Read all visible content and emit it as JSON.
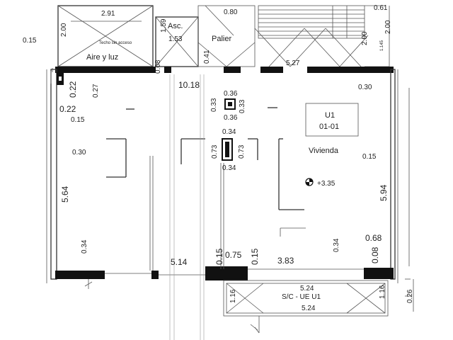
{
  "rooms": {
    "aire_luz": "Aire y luz",
    "techo_note": "Techo sin acceso",
    "asc": "Asc.",
    "palier": "Palier",
    "unit_id": "U1",
    "unit_code": "01-01",
    "vivienda": "Vivienda",
    "level": "+3.35",
    "balcony": "S/C - UE U1"
  },
  "dims": {
    "w_291": "2.91",
    "h_200_left": "2.00",
    "h_159": "1.59",
    "w_153": "1.53",
    "w_080": "0.80",
    "w_061": "0.61",
    "h_200_stair": "2.00",
    "h_200_right": "2.00",
    "v_1145": "1.145",
    "m_015_left": "0.15",
    "v_041": "0.41",
    "v_008": "0.08",
    "w_527": "5.27",
    "w_1018": "10.18",
    "v_022_a": "0.22",
    "v_022_b": "0.22",
    "v_027": "0.27",
    "w_015_a": "0.15",
    "w_030_l": "0.30",
    "w_030_r": "0.30",
    "col_036_t": "0.36",
    "col_033_l": "0.33",
    "col_033_r": "0.33",
    "col_036_b": "0.36",
    "col_034_t": "0.34",
    "col_073_l": "0.73",
    "col_073_r": "0.73",
    "col_034_b": "0.34",
    "w_015_b": "0.15",
    "v_564": "5.64",
    "v_594": "5.94",
    "v_034_l": "0.34",
    "v_034_m": "0.34",
    "w_068": "0.68",
    "v_008_b": "0.08",
    "w_514": "5.14",
    "v_015_c": "0.15",
    "w_075": "0.75",
    "v_015_d": "0.15",
    "w_383": "3.83",
    "w_524_t": "5.24",
    "w_524_b": "5.24",
    "v_116_l": "1.16",
    "v_116_r": "1.16",
    "v_026": "0.26"
  }
}
